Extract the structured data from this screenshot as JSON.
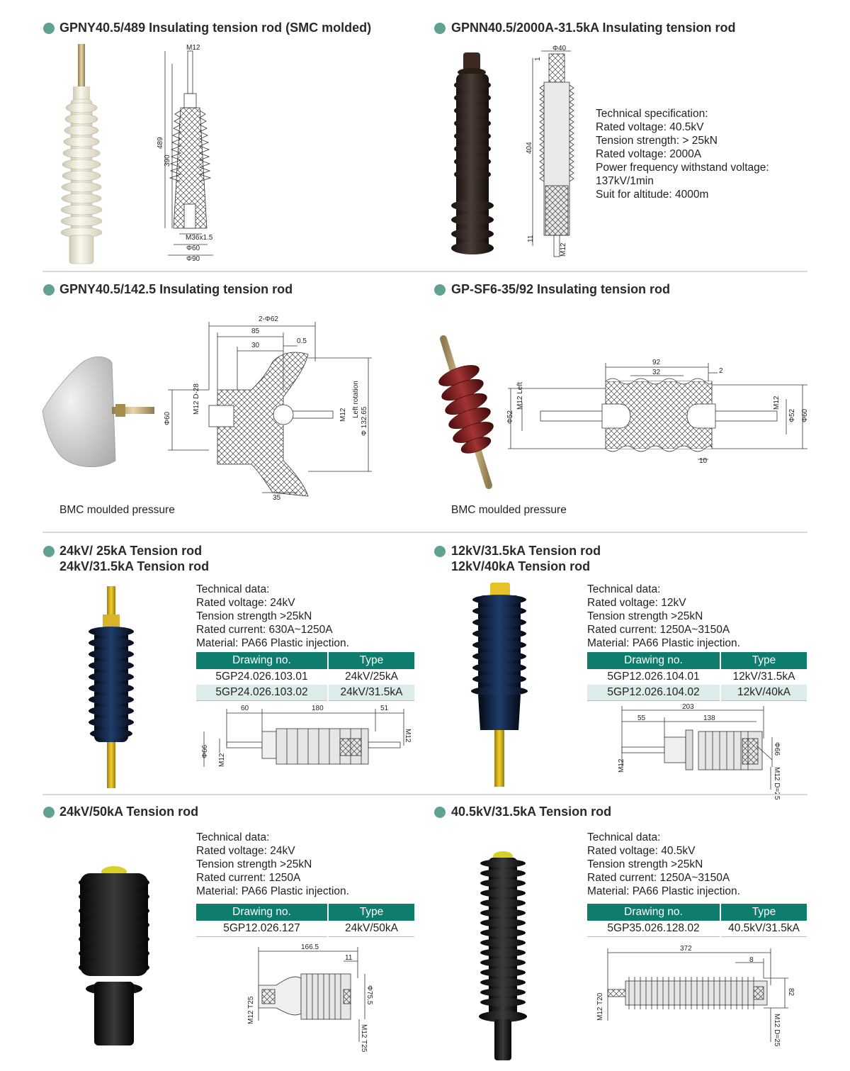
{
  "sections": {
    "p1": {
      "title": "GPNY40.5/489 Insulating tension rod (SMC molded)",
      "dims": {
        "m12": "M12",
        "h489": "489",
        "h390": "390",
        "m36": "M36x1.5",
        "d60": "Φ60",
        "d90": "Φ90"
      }
    },
    "p2": {
      "title": "GPNN40.5/2000A-31.5kA Insulating tension rod",
      "spec": [
        "Technical specification:",
        "Rated voltage: 40.5kV",
        "Tension strength: > 25kN",
        "Rated voltage: 2000A",
        "Power frequency withstand voltage:",
        "137kV/1min",
        "Suit for altitude: 4000m"
      ],
      "dims": {
        "d40": "Φ40",
        "h404": "404",
        "m12": "M12",
        "one": "1",
        "ll": "11"
      }
    },
    "p3": {
      "title": "GPNY40.5/142.5 Insulating tension rod",
      "caption": "BMC moulded pressure",
      "dims": {
        "d2_62": "2-Φ62",
        "w85": "85",
        "w30": "30",
        "w05": "0.5",
        "d60": "Φ60",
        "m12d28": "M12 D-28",
        "m12": "M12",
        "left": "Left rotation",
        "d13265": "Φ 132.65",
        "w35": "35"
      }
    },
    "p4": {
      "title": "GP-SF6-35/92 Insulating tension rod",
      "caption": "BMC moulded pressure",
      "dims": {
        "w92": "92",
        "w32": "32",
        "w2": "2",
        "d52": "Φ52",
        "m12left": "M12 Left",
        "m12": "M12",
        "d52r": "Φ52",
        "d60": "Φ60",
        "w10": "10"
      }
    },
    "p5": {
      "title1": "24kV/ 25kA Tension rod",
      "title2": "24kV/31.5kA Tension rod",
      "spec": [
        "Technical data:",
        "Rated voltage: 24kV",
        "Tension strength >25kN",
        "Rated current: 630A~1250A",
        "Material: PA66 Plastic injection."
      ],
      "table": {
        "h1": "Drawing no.",
        "h2": "Type",
        "rows": [
          {
            "no": "5GP24.026.103.01",
            "type": "24kV/25kA"
          },
          {
            "no": "5GP24.026.103.02",
            "type": "24kV/31.5kA"
          }
        ]
      },
      "dims": {
        "w60": "60",
        "w180": "180",
        "w51": "51",
        "m12r": "M12",
        "d66": "Φ66",
        "m12l": "M12"
      }
    },
    "p6": {
      "title1": "12kV/31.5kA Tension rod",
      "title2": "12kV/40kA Tension rod",
      "spec": [
        "Technical data:",
        "Rated voltage: 12kV",
        "Tension strength >25kN",
        "Rated current: 1250A~3150A",
        "Material: PA66 Plastic injection."
      ],
      "table": {
        "h1": "Drawing no.",
        "h2": "Type",
        "rows": [
          {
            "no": "5GP12.026.104.01",
            "type": "12kV/31.5kA"
          },
          {
            "no": "5GP12.026.104.02",
            "type": "12kV/40kA"
          }
        ]
      },
      "dims": {
        "w203": "203",
        "w55": "55",
        "w138": "138",
        "d66": "Φ66",
        "m12l": "M12",
        "m12d": "M12 D=25"
      }
    },
    "p7": {
      "title": "24kV/50kA Tension rod",
      "spec": [
        "Technical data:",
        "Rated voltage: 24kV",
        "Tension strength >25kN",
        "Rated current: 1250A",
        "Material: PA66 Plastic injection."
      ],
      "table": {
        "h1": "Drawing no.",
        "h2": "Type",
        "rows": [
          {
            "no": "5GP12.026.127",
            "type": "24kV/50kA"
          }
        ]
      },
      "dims": {
        "w1665": "166.5",
        "w11": "11",
        "d755": "Φ75.5",
        "m12l": "M12 T25",
        "m12r": "M12 T25"
      }
    },
    "p8": {
      "title": "40.5kV/31.5kA Tension rod",
      "spec": [
        "Technical data:",
        "Rated voltage: 40.5kV",
        "Tension strength >25kN",
        "Rated current: 1250A~3150A",
        "Material: PA66 Plastic injection."
      ],
      "table": {
        "h1": "Drawing no.",
        "h2": "Type",
        "rows": [
          {
            "no": "5GP35.026.128.02",
            "type": "40.5kV/31.5kA"
          }
        ]
      },
      "dims": {
        "w372": "372",
        "w8": "8",
        "d82": "82",
        "m12l": "M12 T20",
        "m12d": "M12 D=25"
      }
    }
  },
  "colors": {
    "accent": "#0f7d6e",
    "dot": "#5fa292",
    "rowTint": "#dcecea",
    "divider": "#d9d9d9"
  },
  "icons": [
    "bullet-dot-icon"
  ]
}
